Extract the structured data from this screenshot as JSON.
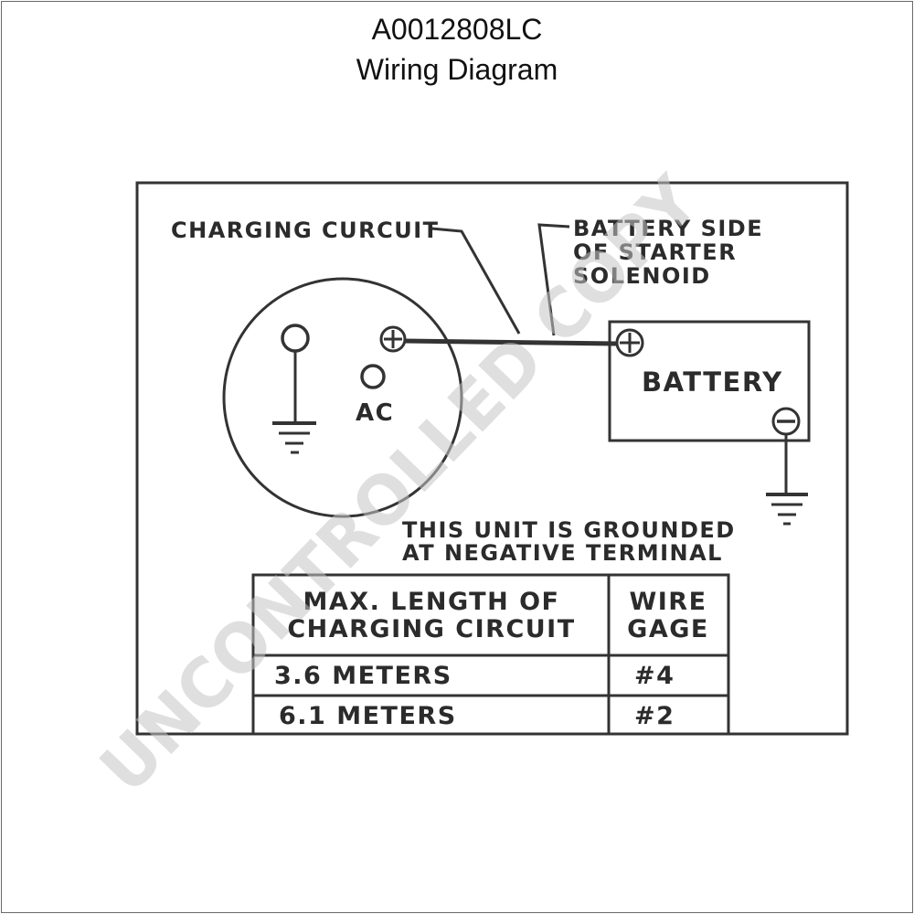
{
  "header": {
    "doc_number": "A0012808LC",
    "subtitle": "Wiring Diagram"
  },
  "labels": {
    "charging_circuit": "CHARGING CURCUIT",
    "battery_side_1": "BATTERY SIDE",
    "battery_side_2": "OF STARTER",
    "battery_side_3": "SOLENOID",
    "battery": "BATTERY",
    "ac": "AC",
    "ground_note_1": "THIS UNIT IS GROUNDED",
    "ground_note_2": "AT NEGATIVE TERMINAL"
  },
  "table": {
    "headers": [
      [
        "MAX. LENGTH OF",
        "CHARGING CIRCUIT"
      ],
      [
        "WIRE",
        "GAGE"
      ]
    ],
    "rows": [
      [
        "3.6 METERS",
        "#4"
      ],
      [
        "6.1 METERS",
        "#2"
      ]
    ]
  },
  "watermark": "UNCONTROLLED COPY"
}
